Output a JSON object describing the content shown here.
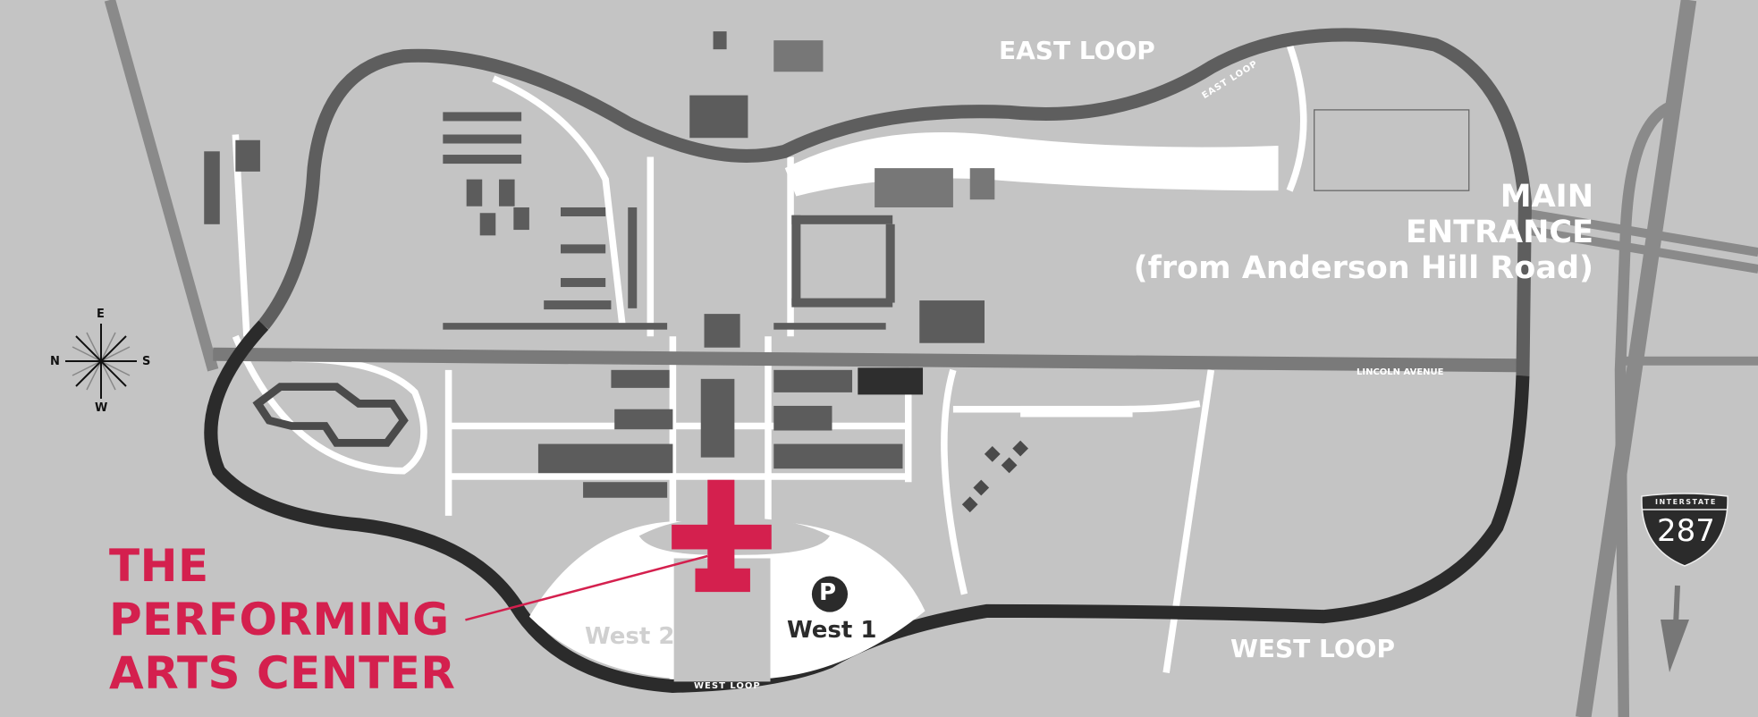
{
  "map": {
    "labels": {
      "east_loop": "EAST LOOP",
      "west_loop": "WEST LOOP",
      "main_entrance_line1": "MAIN",
      "main_entrance_line2": "ENTRANCE",
      "main_entrance_line3": "(from Anderson Hill Road)",
      "pac_line1": "THE",
      "pac_line2": "PERFORMING",
      "pac_line3": "ARTS CENTER"
    },
    "road_labels": {
      "east_loop": "EAST LOOP",
      "lincoln_avenue": "LINCOLN AVENUE",
      "west_loop": "WEST LOOP"
    },
    "parking": {
      "symbol": "P",
      "west1": "West 1",
      "west2": "West 2"
    },
    "interstate": {
      "header": "INTERSTATE",
      "number": "287"
    },
    "compass": {
      "n": "N",
      "e": "E",
      "s": "S",
      "w": "W"
    },
    "colors": {
      "background": "#c4c4c4",
      "highlight": "#d4204e",
      "loop_upper": "#5e5e5e",
      "loop_lower": "#2b2b2b",
      "building": "#5c5c5c"
    }
  }
}
